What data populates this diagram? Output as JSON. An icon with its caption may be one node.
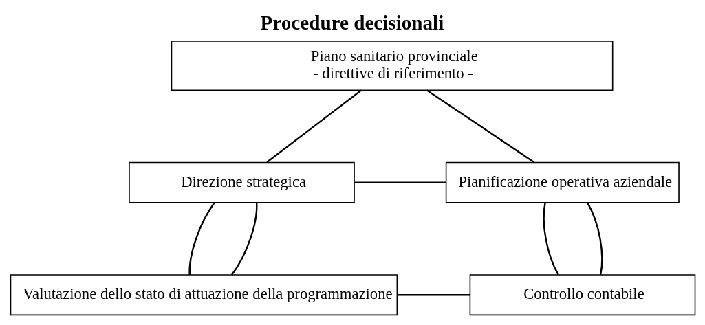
{
  "diagram": {
    "title": "Procedure decisionali",
    "nodes": [
      {
        "text": [
          "Piano sanitario provinciale",
          "- direttive di riferimento -"
        ]
      },
      {
        "text": [
          "Direzione strategica"
        ]
      },
      {
        "text": [
          "Pianificazione operativa aziendale"
        ]
      },
      {
        "text": [
          "Valutazione dello stato di attuazione della programmazione"
        ]
      },
      {
        "text": [
          "Controllo contabile"
        ]
      }
    ],
    "edges": [
      {
        "from": 0,
        "to": 1,
        "arrow": "none"
      },
      {
        "from": 0,
        "to": 2,
        "arrow": "none"
      },
      {
        "from": 1,
        "to": 2,
        "arrow": "none"
      },
      {
        "from": 1,
        "to": 3,
        "arrow": "none"
      },
      {
        "from": 2,
        "to": 4,
        "arrow": "none"
      },
      {
        "from": 3,
        "to": 4,
        "arrow": "none"
      },
      {
        "from": 1,
        "to": 3,
        "arrow": "none"
      },
      {
        "from": 2,
        "to": 4,
        "arrow": "none"
      }
    ]
  }
}
